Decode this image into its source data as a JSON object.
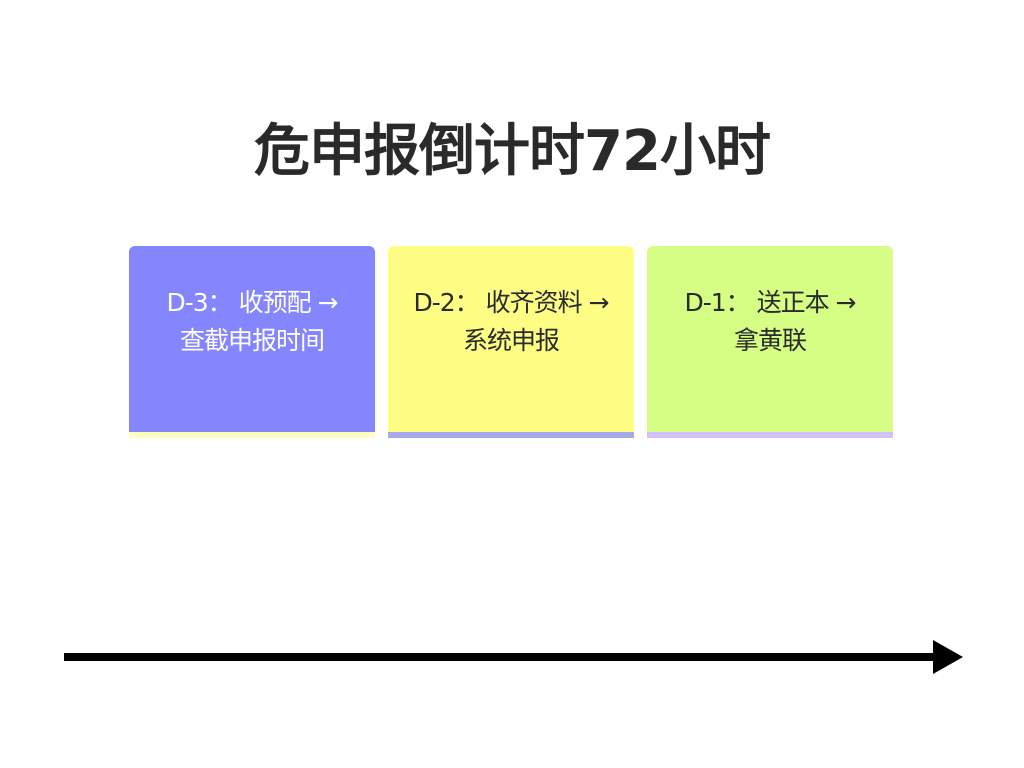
{
  "title": "危申报倒计时72小时",
  "steps": [
    {
      "line1": "D-3： 收预配 →",
      "line2": "查截申报时间",
      "bg": "#8585fe",
      "text_color": "#ffffff",
      "strip": "#fdfdc0"
    },
    {
      "line1": "D-2： 收齐资料 →",
      "line2": "系统申报",
      "bg": "#fefe85",
      "text_color": "#2a2a2a",
      "strip": "#a8a8ec"
    },
    {
      "line1": "D-1： 送正本 →",
      "line2": "拿黄联",
      "bg": "#d6fe85",
      "text_color": "#2a2a2a",
      "strip": "#d4c0fb"
    }
  ]
}
